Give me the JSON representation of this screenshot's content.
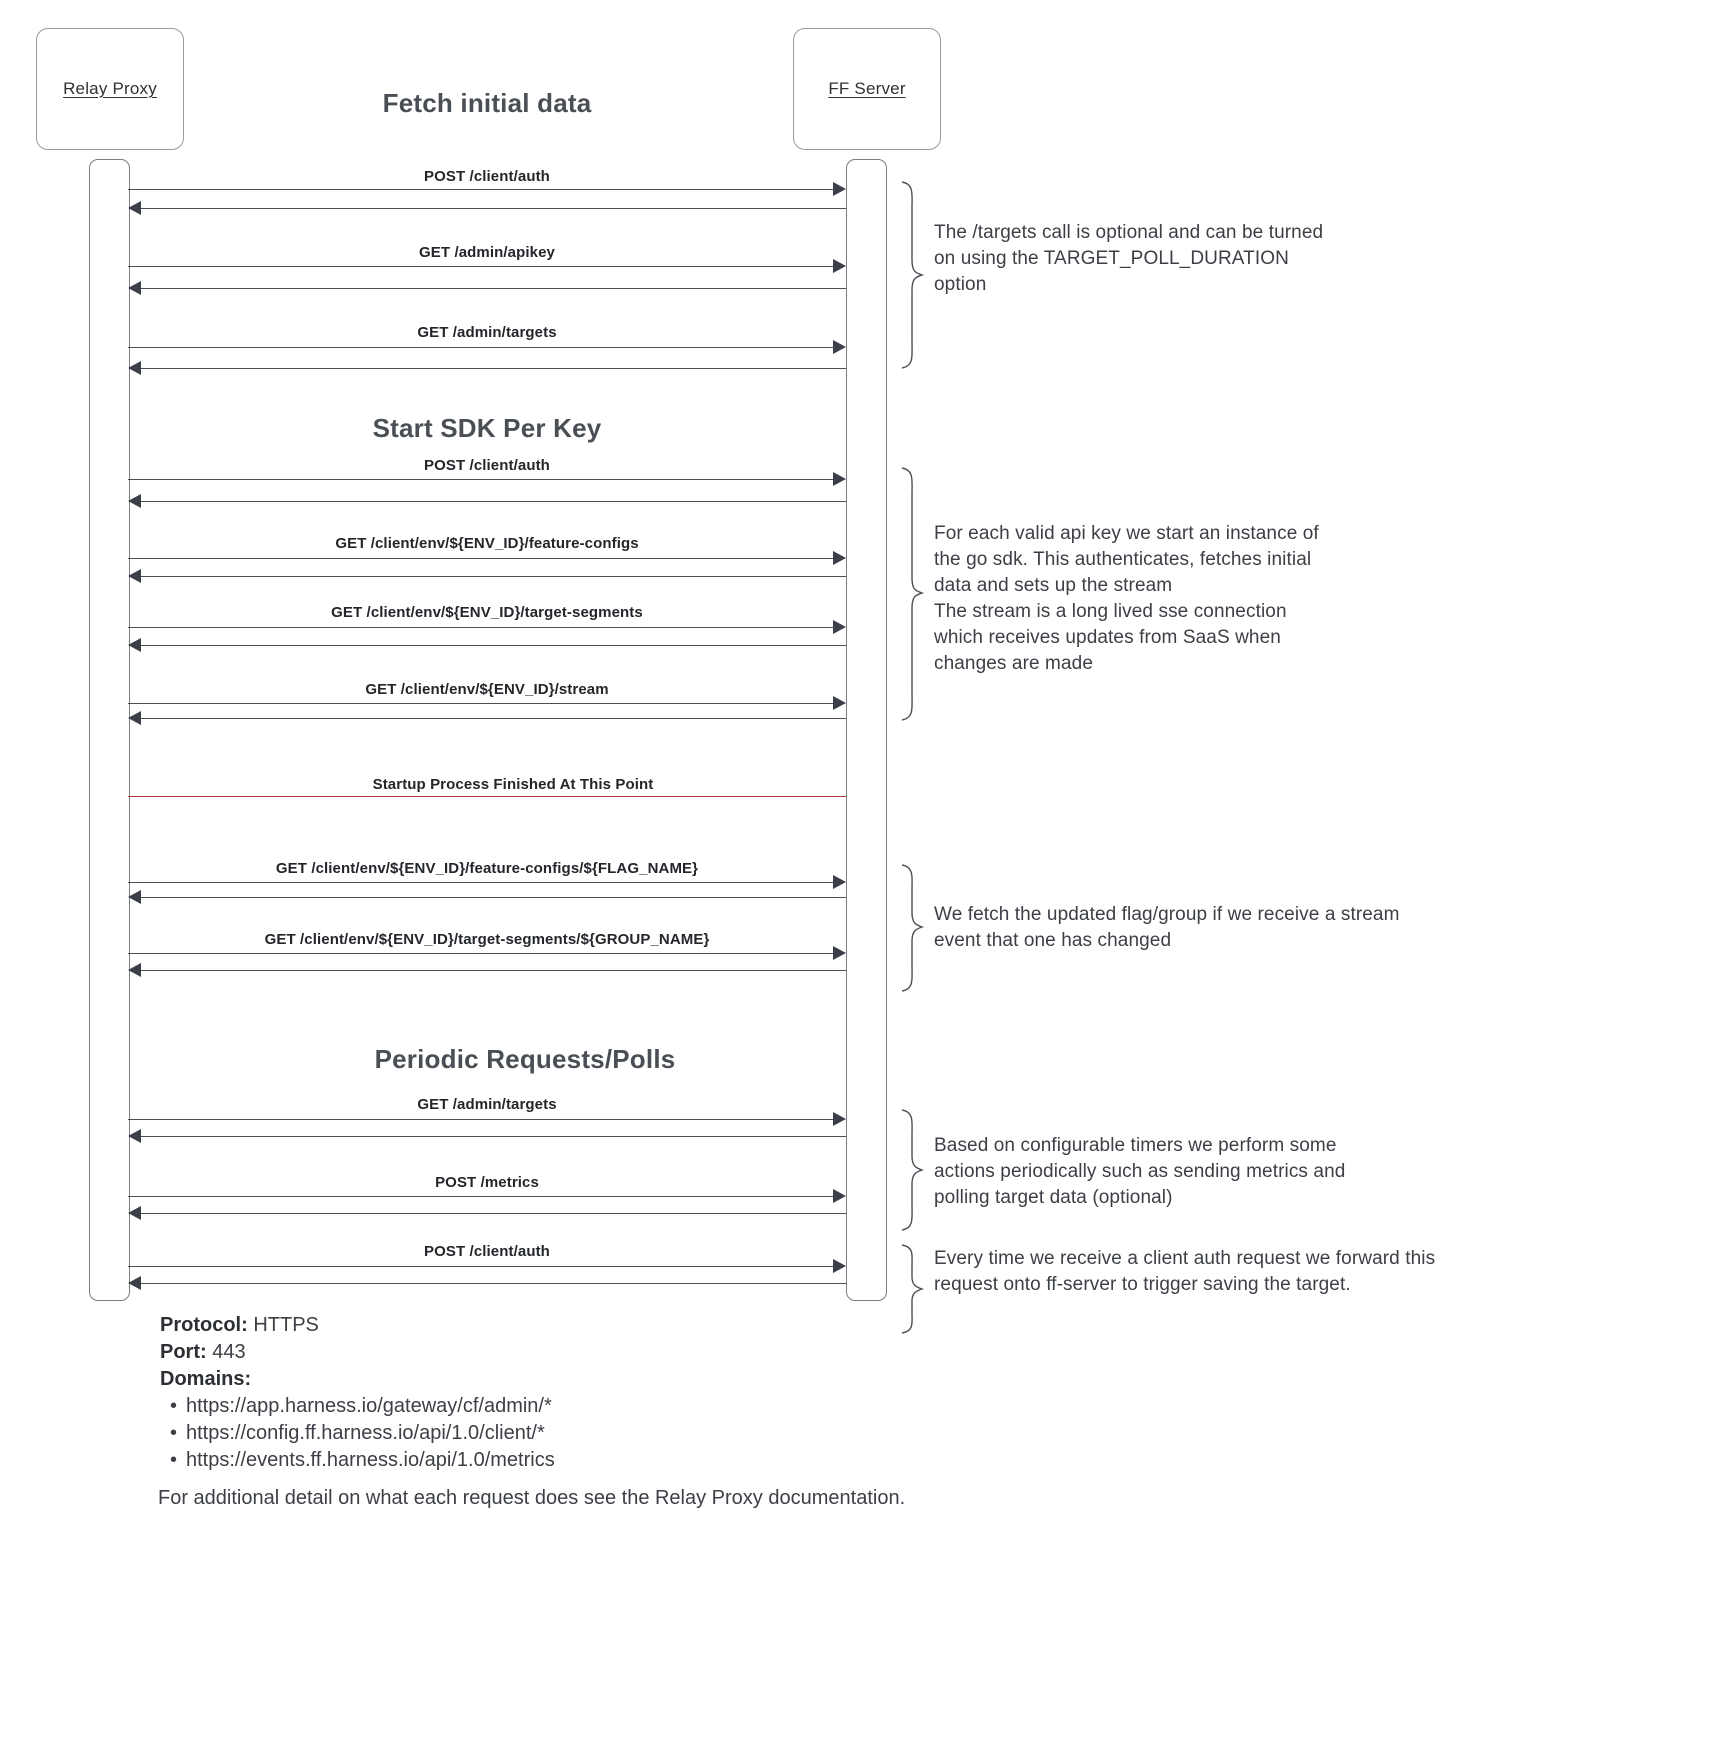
{
  "diagram": {
    "participants": [
      {
        "name": "Relay Proxy"
      },
      {
        "name": "FF Server"
      }
    ],
    "sections": [
      {
        "title": "Fetch initial data"
      },
      {
        "title": "Start SDK Per Key"
      },
      {
        "title": "Periodic Requests/Polls"
      }
    ],
    "messages": [
      {
        "label": "POST /client/auth"
      },
      {
        "label": "GET /admin/apikey"
      },
      {
        "label": "GET /admin/targets"
      },
      {
        "label": "POST /client/auth"
      },
      {
        "label": "GET /client/env/${ENV_ID}/feature-configs"
      },
      {
        "label": "GET /client/env/${ENV_ID}/target-segments"
      },
      {
        "label": "GET /client/env/${ENV_ID}/stream"
      },
      {
        "label": "GET /client/env/${ENV_ID}/feature-configs/${FLAG_NAME}"
      },
      {
        "label": "GET /client/env/${ENV_ID}/target-segments/${GROUP_NAME}"
      },
      {
        "label": "GET /admin/targets"
      },
      {
        "label": "POST /metrics"
      },
      {
        "label": "POST /client/auth"
      }
    ],
    "separator": {
      "label": "Startup Process Finished At This Point",
      "color": "#b23a48"
    },
    "notes": [
      {
        "lines": [
          "The /targets call is optional and can be turned",
          "on using the TARGET_POLL_DURATION",
          "option"
        ]
      },
      {
        "lines": [
          "For each valid api key we start an instance of",
          "the go sdk. This authenticates, fetches initial",
          "data and sets up the stream",
          "The stream is a long lived sse connection",
          "which receives updates from SaaS when",
          "changes are made"
        ]
      },
      {
        "lines": [
          "We fetch the updated flag/group if we receive a stream",
          "event that one has changed"
        ]
      },
      {
        "lines": [
          "Based on configurable timers we perform some",
          "actions periodically such as sending metrics and",
          "polling target data (optional)"
        ]
      },
      {
        "lines": [
          "Every time we receive a client auth request we forward this",
          "request onto ff-server to trigger saving the target."
        ]
      }
    ]
  },
  "footer": {
    "protocol_key": "Protocol:",
    "protocol_value": "HTTPS",
    "port_key": "Port:",
    "port_value": "443",
    "domains_key": "Domains:",
    "domains": [
      "https://app.harness.io/gateway/cf/admin/*",
      "https://config.ff.harness.io/api/1.0/client/*",
      "https://events.ff.harness.io/api/1.0/metrics"
    ],
    "footnote": "For additional detail on what each request does see the Relay Proxy documentation."
  },
  "colors": {
    "line": "#4a5057",
    "accent_red": "#b23a48",
    "text": "#3c4046"
  }
}
